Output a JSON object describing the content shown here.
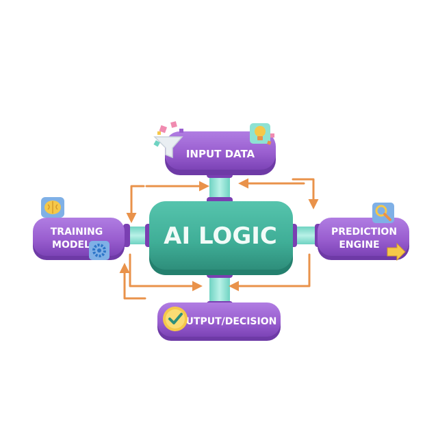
{
  "diagram": {
    "center": {
      "label": "AI LOGIC"
    },
    "input": {
      "label": "INPUT DATA"
    },
    "training": {
      "line1": "TRAINING",
      "line2": "MODEL"
    },
    "prediction": {
      "line1": "PREDICTION",
      "line2": "ENGINE"
    },
    "output": {
      "label": "OUTPUT/DECISION"
    }
  },
  "colors": {
    "purple": "#9a5fd0",
    "purple_dark": "#7a3fb2",
    "teal": "#3fae97",
    "teal_dark": "#2b8a76",
    "connector": "#8ee2d3",
    "arrow": "#e9924a",
    "yellow": "#f5c84a"
  }
}
